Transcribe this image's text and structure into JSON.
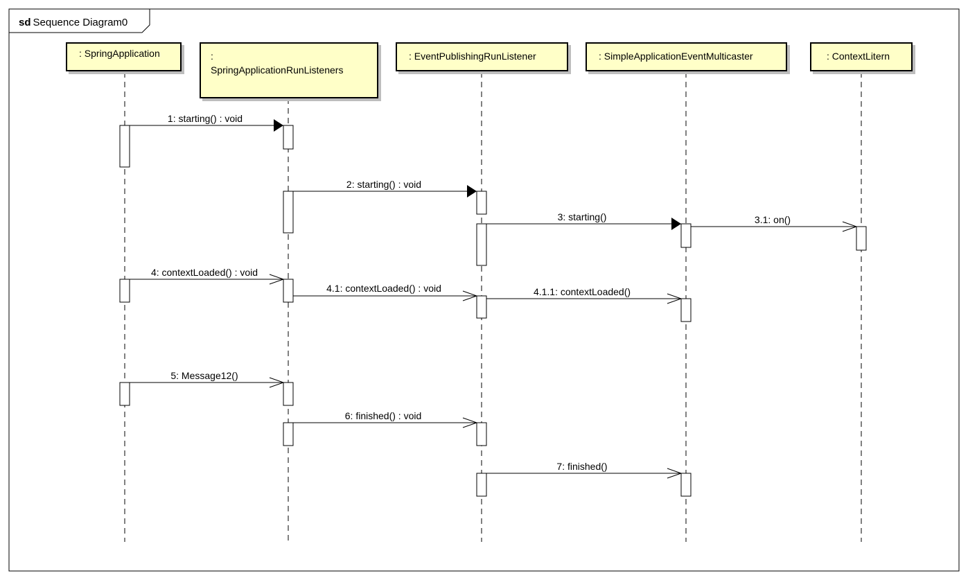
{
  "frame": {
    "keyword": "sd",
    "name": "Sequence Diagram0"
  },
  "lifelines": [
    {
      "id": "spring-application",
      "label": ": SpringApplication"
    },
    {
      "id": "spring-application-run-listeners",
      "label_line1": ":",
      "label_line2": "SpringApplicationRunListeners"
    },
    {
      "id": "event-publishing-run-listener",
      "label": ": EventPublishingRunListener"
    },
    {
      "id": "simple-application-event-multicaster",
      "label": ": SimpleApplicationEventMulticaster"
    },
    {
      "id": "context-litern",
      "label": ": ContextLitern"
    }
  ],
  "messages": [
    {
      "label": "1: starting() : void",
      "from": 0,
      "to": 1,
      "kind": "sync"
    },
    {
      "label": "2: starting() : void",
      "from": 1,
      "to": 2,
      "kind": "sync"
    },
    {
      "label": "3: starting()",
      "from": 2,
      "to": 3,
      "kind": "sync"
    },
    {
      "label": "3.1: on()",
      "from": 3,
      "to": 4,
      "kind": "async"
    },
    {
      "label": "4: contextLoaded() : void",
      "from": 0,
      "to": 1,
      "kind": "async"
    },
    {
      "label": "4.1: contextLoaded() : void",
      "from": 1,
      "to": 2,
      "kind": "async"
    },
    {
      "label": "4.1.1: contextLoaded()",
      "from": 2,
      "to": 3,
      "kind": "async"
    },
    {
      "label": "5: Message12()",
      "from": 0,
      "to": 1,
      "kind": "async"
    },
    {
      "label": "6: finished() : void",
      "from": 1,
      "to": 2,
      "kind": "async"
    },
    {
      "label": "7: finished()",
      "from": 2,
      "to": 3,
      "kind": "async"
    }
  ]
}
